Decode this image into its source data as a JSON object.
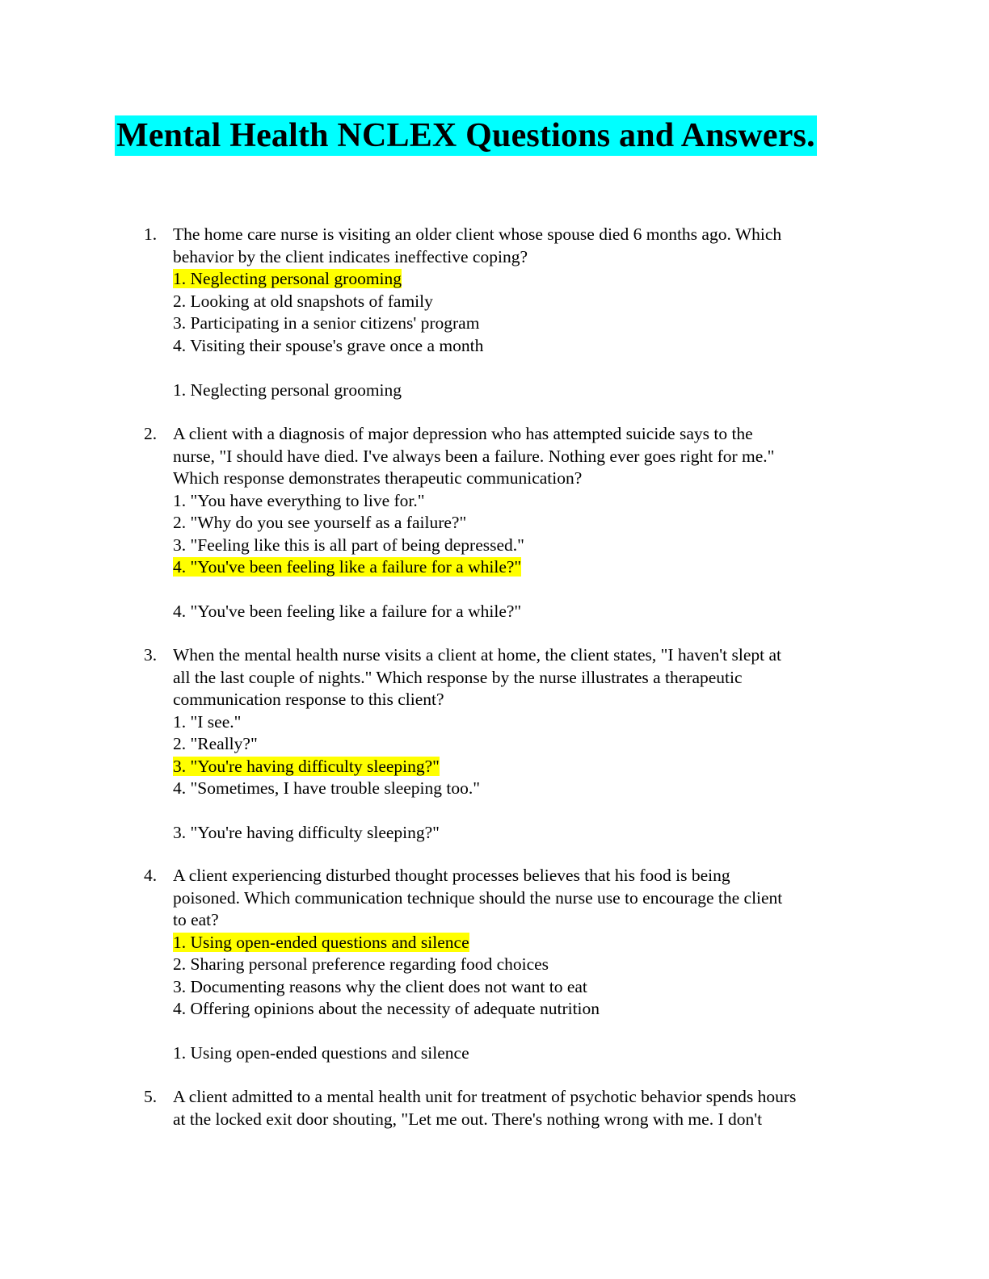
{
  "title": "Mental Health NCLEX Questions and Answers.",
  "colors": {
    "title_highlight": "#00ffff",
    "answer_highlight": "#ffff00"
  },
  "questions": [
    {
      "number": "1.",
      "stem": [
        "The home care nurse is visiting an older client whose spouse died 6 months ago. Which",
        "behavior by the client indicates ineffective coping?"
      ],
      "options": [
        "1. Neglecting personal grooming",
        "2. Looking at old snapshots of family",
        "3. Participating in a senior citizens' program",
        "4. Visiting their spouse's grave once a month"
      ],
      "correct_index": 0,
      "answer": "1. Neglecting personal grooming"
    },
    {
      "number": "2.",
      "stem": [
        "A client with a diagnosis of major depression who has attempted suicide says to the",
        "nurse, \"I should have died. I've always been a failure. Nothing ever goes right for me.\"",
        "Which response demonstrates therapeutic communication?"
      ],
      "options": [
        "1. \"You have everything to live for.\"",
        "2. \"Why do you see yourself as a failure?\"",
        "3. \"Feeling like this is all part of being depressed.\"",
        "4. \"You've been feeling like a failure for a while?\""
      ],
      "correct_index": 3,
      "answer": "4. \"You've been feeling like a failure for a while?\""
    },
    {
      "number": "3.",
      "stem": [
        "When the mental health nurse visits a client at home, the client states, \"I haven't slept at",
        "all the last couple of nights.\" Which response by the nurse illustrates a therapeutic",
        "communication response to this client?"
      ],
      "options": [
        "1. \"I see.\"",
        "2. \"Really?\"",
        "3. \"You're having difficulty sleeping?\"",
        "4. \"Sometimes, I have trouble sleeping too.\""
      ],
      "correct_index": 2,
      "answer": "3. \"You're having difficulty sleeping?\""
    },
    {
      "number": "4.",
      "stem": [
        "A client experiencing disturbed thought processes believes that his food is being",
        "poisoned. Which communication technique should the nurse use to encourage the client",
        "to eat?"
      ],
      "options": [
        "1. Using open-ended questions and silence",
        "2. Sharing personal preference regarding food choices",
        "3. Documenting reasons why the client does not want to eat",
        "4. Offering opinions about the necessity of adequate nutrition"
      ],
      "correct_index": 0,
      "answer": "1. Using open-ended questions and silence"
    },
    {
      "number": "5.",
      "stem": [
        "A client admitted to a mental health unit for treatment of psychotic behavior spends hours",
        "at the locked exit door shouting, \"Let me out. There's nothing wrong with me. I don't"
      ],
      "options": [],
      "correct_index": -1,
      "answer": ""
    }
  ]
}
